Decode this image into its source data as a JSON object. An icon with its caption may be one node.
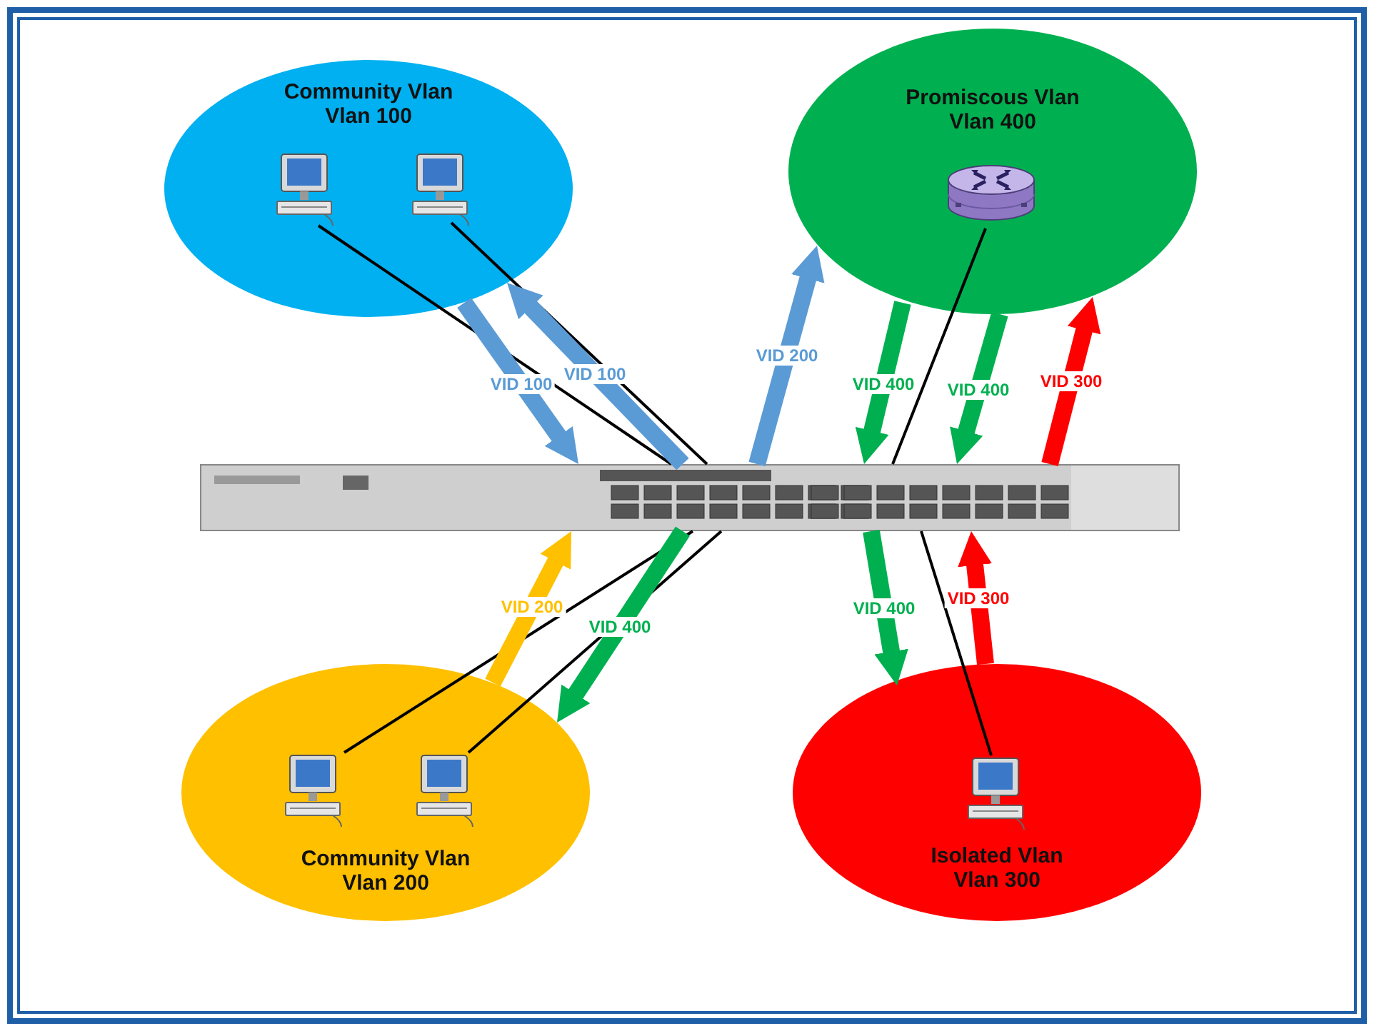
{
  "diagram": {
    "nodes": [
      {
        "text": [
          "Community Vlan Vlan 100"
        ]
      },
      {
        "text": [],
        "shape": "picture",
        "in": 0
      },
      {
        "text": [],
        "shape": "picture",
        "in": 0
      },
      {
        "text": [
          "Promiscous Vlan Vlan 400"
        ]
      },
      {
        "text": [],
        "shape": "picture",
        "in": 3
      },
      {
        "text": [],
        "shape": "picture"
      },
      {
        "text": [
          "Community Vlan Vlan 200"
        ]
      },
      {
        "text": [],
        "shape": "picture",
        "in": 6
      },
      {
        "text": [],
        "shape": "picture",
        "in": 6
      },
      {
        "text": [
          "Isolated Vlan Vlan 300"
        ]
      },
      {
        "text": [],
        "shape": "picture",
        "in": 9
      }
    ],
    "edges": [
      {
        "from": 1,
        "to": 5,
        "arrow": "none",
        "color": "#000000"
      },
      {
        "from": 2,
        "to": 5,
        "arrow": "none",
        "color": "#000000"
      },
      {
        "from": 4,
        "to": 5,
        "arrow": "none",
        "color": "#000000"
      },
      {
        "from": 7,
        "to": 5,
        "arrow": "none",
        "color": "#000000"
      },
      {
        "from": 8,
        "to": 5,
        "arrow": "none",
        "color": "#000000"
      },
      {
        "from": 10,
        "to": 5,
        "arrow": "none",
        "color": "#000000"
      },
      {
        "from": 0,
        "to": 5,
        "arrow": "to",
        "label": "VID 100",
        "color": "#5b9bd5"
      },
      {
        "from": 5,
        "to": 0,
        "arrow": "to",
        "label": "VID 100",
        "color": "#5b9bd5"
      },
      {
        "from": 5,
        "to": 3,
        "arrow": "to",
        "label": "VID 200",
        "color": "#5b9bd5"
      },
      {
        "from": 3,
        "to": 5,
        "arrow": "to",
        "label": "VID 400",
        "color": "#00b050"
      },
      {
        "from": 3,
        "to": 5,
        "arrow": "to",
        "label": "VID 400",
        "color": "#00b050"
      },
      {
        "from": 5,
        "to": 3,
        "arrow": "to",
        "label": "VID 300",
        "color": "#ff0000"
      },
      {
        "from": 6,
        "to": 5,
        "arrow": "to",
        "label": "VID 200",
        "color": "#ffc000"
      },
      {
        "from": 5,
        "to": 6,
        "arrow": "to",
        "label": "VID 400",
        "color": "#00b050"
      },
      {
        "from": 5,
        "to": 9,
        "arrow": "to",
        "label": "VID 400",
        "color": "#00b050"
      },
      {
        "from": 9,
        "to": 5,
        "arrow": "to",
        "label": "VID 300",
        "color": "#ff0000"
      }
    ]
  }
}
